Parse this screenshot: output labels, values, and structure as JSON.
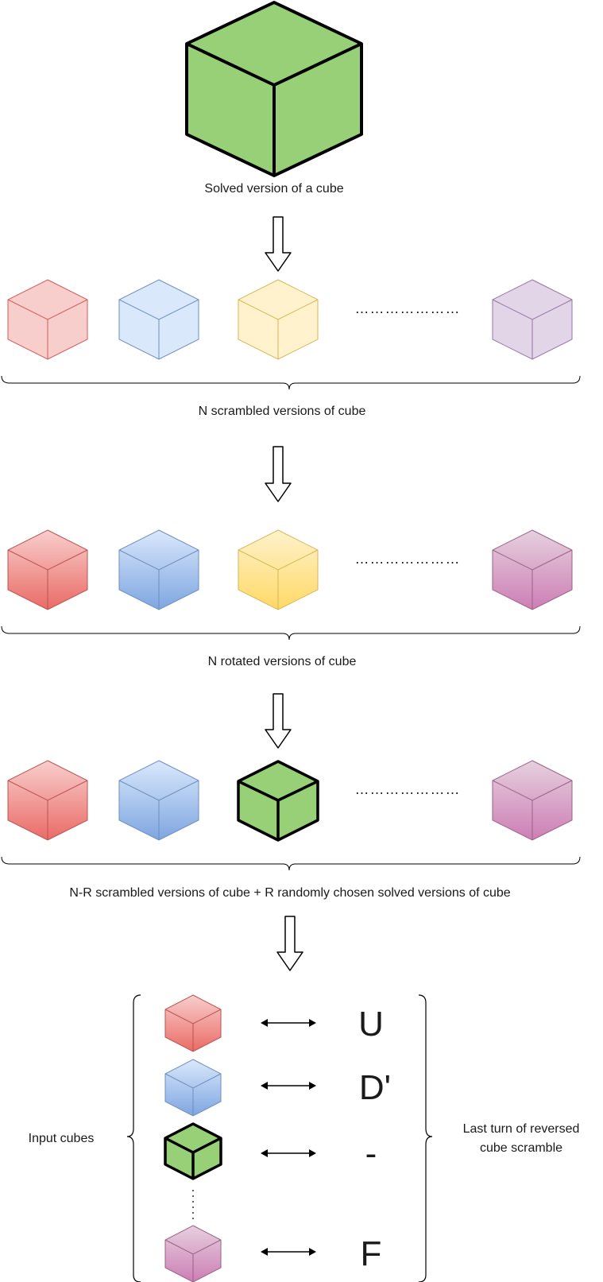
{
  "captions": {
    "solved": "Solved version of a cube",
    "scrambled": "N scrambled versions of cube",
    "rotated": "N rotated versions of cube",
    "mixed": "N-R scrambled versions of cube + R randomly chosen solved versions of cube"
  },
  "ellipsis": "…………………",
  "mapping": {
    "left_label": "Input cubes",
    "right_label_line1": "Last turn of reversed",
    "right_label_line2": "cube scramble",
    "turns": [
      "U",
      "D'",
      "-",
      "F"
    ],
    "vertical_ellipsis": "⋮"
  },
  "colors": {
    "solved_green": "#97d077",
    "red": "#ea6b66",
    "blue": "#7ea6e0",
    "yellow": "#ffd966",
    "purple": "#cd7eb5"
  }
}
